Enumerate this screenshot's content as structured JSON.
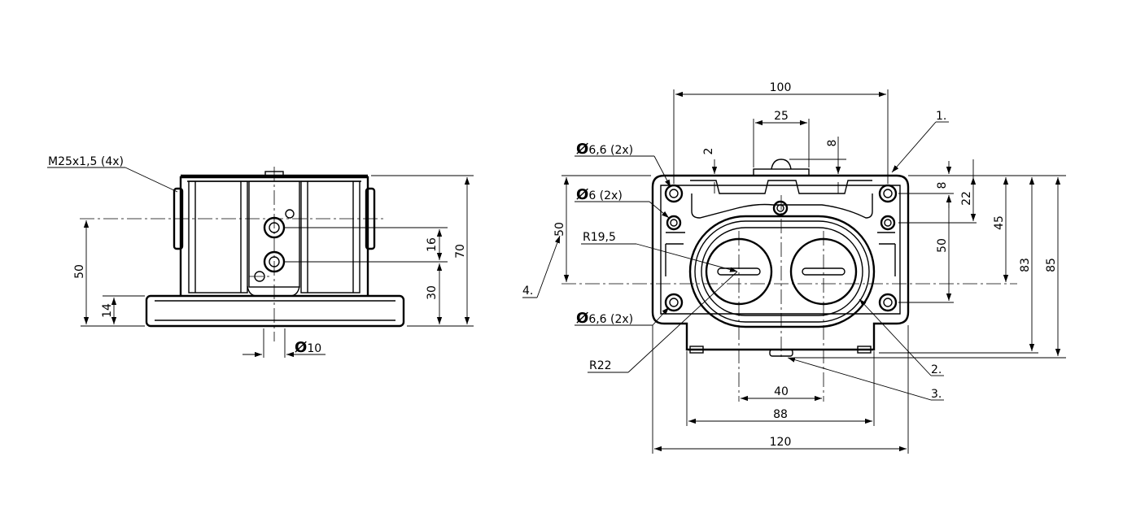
{
  "side_view": {
    "thread_label": "M25x1,5 (4x)",
    "dims": {
      "height_total": "70",
      "height_axis": "50",
      "base_height": "14",
      "hole_spacing": "16",
      "hole_height": "30",
      "diameter_prefix": "Ø",
      "diameter": "10"
    }
  },
  "top_view": {
    "dims": {
      "width_top": "100",
      "cam_width": "25",
      "dim_2": "2",
      "dim_8_top": "8",
      "dim_8_right": "8",
      "dim_22": "22",
      "dim_45": "45",
      "dim_50_right": "50",
      "dim_83": "83",
      "dim_85": "85",
      "dim_50_left": "50",
      "dim_40": "40",
      "dim_88": "88",
      "dim_120": "120"
    },
    "labels": {
      "hole_a_prefix": "Ø",
      "hole_a": "6,6 (2x)",
      "hole_b_prefix": "Ø",
      "hole_b": "6 (2x)",
      "hole_c_prefix": "Ø",
      "hole_c": "6,6 (2x)",
      "radius_inner": "R19,5",
      "radius_outer": "R22"
    },
    "callouts": {
      "c1": "1.",
      "c2": "2.",
      "c3": "3.",
      "c4": "4."
    }
  }
}
